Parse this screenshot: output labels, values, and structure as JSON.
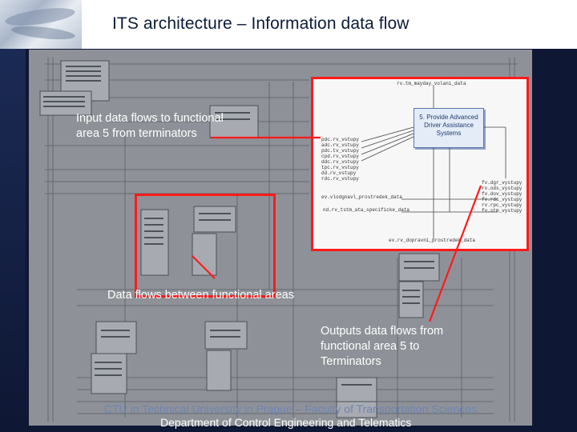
{
  "header": {
    "title": "ITS architecture – Information data flow"
  },
  "callouts": {
    "inputs": "Input data flows to functional area 5 from terminators",
    "between": "Data flows between functional areas",
    "outputs": "Outputs data flows from functional area 5 to Terminators"
  },
  "footer": {
    "line1": "CTU in Technical University in Prague – Faculty of Transportation Sciences",
    "line2": "Department of Control Engineering and Telematics"
  },
  "zoom": {
    "top_flow": "rv.tm_mayday_volani_data",
    "area5_title": "5. Provide Advanced Driver Assistance Systems",
    "inputs": [
      "pdc.rv_vstupy",
      "adc.rv_vstupy",
      "pdc.tv_vstupy",
      "cpd.rv_vstupy",
      "ddc.rv_vstupy",
      "tpc.rv_vstupy",
      "dd.rv_vstupy",
      "rdc.rv_vstupy"
    ],
    "outputs": [
      "fv.dgr_vystupy",
      "rv.ods_vystupy",
      "fv.dov_vystupy",
      "fv.rdc_vystupy",
      "rv.rpc_vystupy",
      "fv.stm_vystupy"
    ],
    "row1": "ev.vlodgnavl_prostredek_data",
    "row2": "nd.rv_tstm_ata_specificke_data",
    "row3": "ev.rv_dopravni_prostredek_data"
  },
  "colors": {
    "highlight_red": "#ff1a1a",
    "slide_background": "#0e1733",
    "title_text": "#0b1b3a"
  }
}
